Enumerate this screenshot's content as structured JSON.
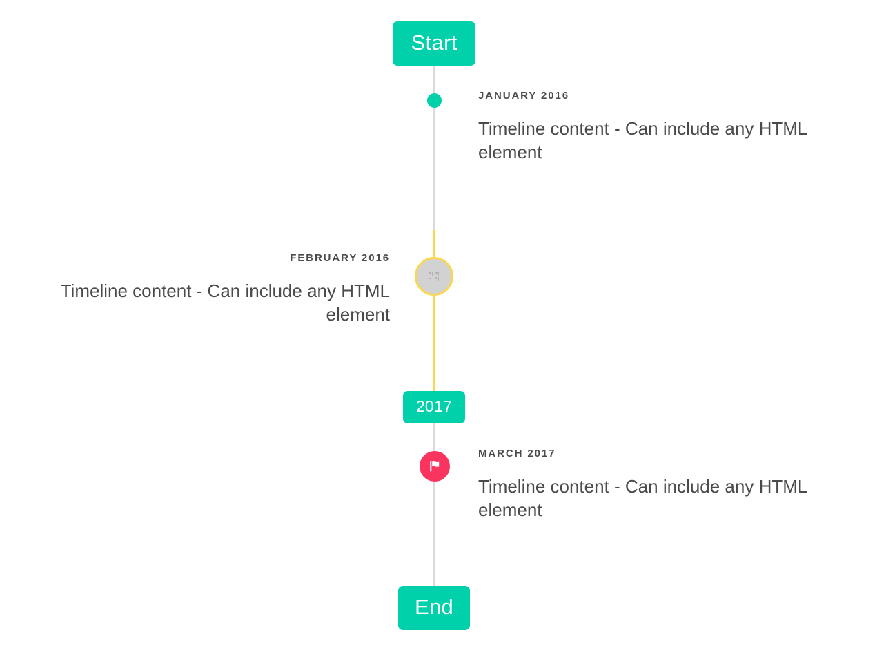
{
  "timeline": {
    "caps": {
      "start_label": "Start",
      "year_label": "2017",
      "end_label": "End"
    },
    "entries": [
      {
        "label": "JANUARY 2016",
        "body": "Timeline content - Can include any HTML element",
        "side": "right",
        "marker": "dot-icon",
        "marker_color": "#00d1ab"
      },
      {
        "label": "FEBRUARY 2016",
        "body": "Timeline content - Can include any HTML element",
        "side": "left",
        "marker": "broken-image-icon",
        "marker_color": "#d2d2d2",
        "marker_ring_color": "#fad74f"
      },
      {
        "label": "MARCH 2017",
        "body": "Timeline content - Can include any HTML element",
        "side": "right",
        "marker": "flag-icon",
        "marker_color": "#f9345e"
      }
    ],
    "colors": {
      "accent_teal": "#00d1ab",
      "line_grey": "#dadada",
      "line_yellow": "#fad74f",
      "marker_pink": "#f9345e",
      "text_grey": "#4a4a4a"
    }
  }
}
